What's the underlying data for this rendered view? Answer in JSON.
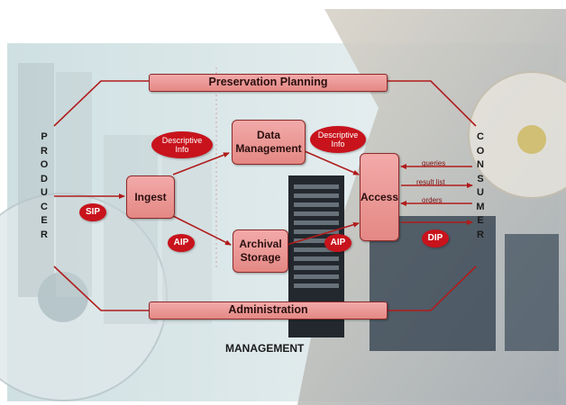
{
  "labels": {
    "preservation_planning": "Preservation Planning",
    "administration": "Administration",
    "ingest": "Ingest",
    "data_management": "Data\nManagement",
    "archival_storage": "Archival\nStorage",
    "access": "Access",
    "producer": "PRODUCER",
    "consumer": "CONSUMER",
    "management": "MANAGEMENT"
  },
  "packages": {
    "sip": "SIP",
    "aip_ingest": "AIP",
    "aip_access": "AIP",
    "dip": "DIP",
    "descriptive_info_left": "Descriptive\nInfo",
    "descriptive_info_right": "Descriptive\nInfo"
  },
  "flows": {
    "queries": "queries",
    "result_list": "result list",
    "orders": "orders"
  },
  "colors": {
    "box_fill": "#eb9592",
    "box_border": "#8e2a2a",
    "package_fill": "#c8131c",
    "arrow": "#b01c1c"
  }
}
